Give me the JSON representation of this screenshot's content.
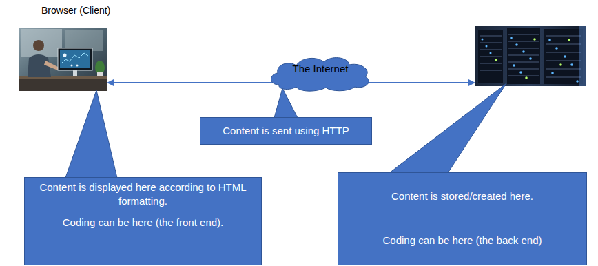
{
  "diagram": {
    "nodes": [
      {
        "text": [
          "The Internet"
        ]
      },
      {
        "text": [
          "Content is sent using HTTP"
        ]
      },
      {
        "text": [
          "Content is displayed here according to HTML formatting.",
          "Coding can be here (the front end)."
        ]
      },
      {
        "text": [
          "Content is stored/created here.",
          "Coding can be here (the back end)"
        ]
      }
    ],
    "labels": [
      "Browser (Client)"
    ]
  }
}
